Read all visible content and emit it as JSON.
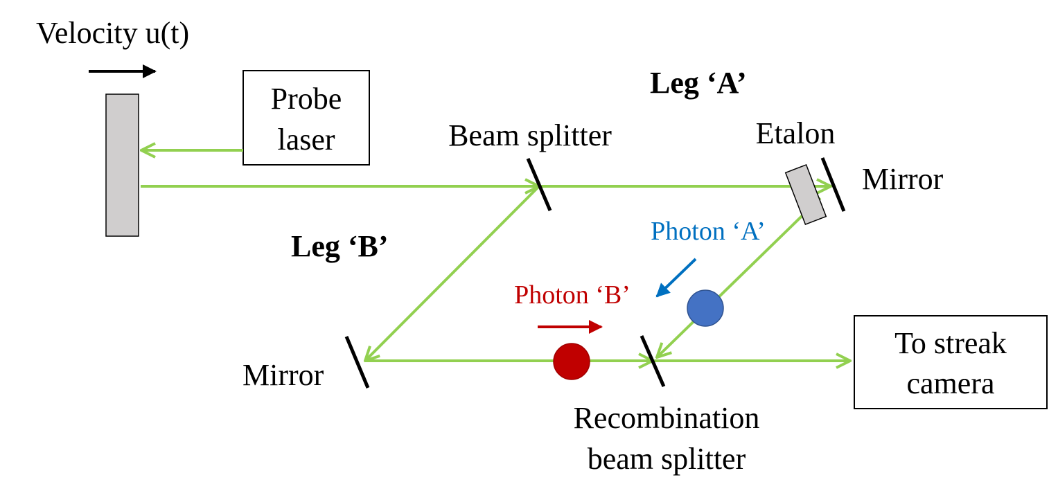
{
  "labels": {
    "velocity": "Velocity u(t)",
    "probe_laser_line1": "Probe",
    "probe_laser_line2": "laser",
    "leg_a": "Leg ‘A’",
    "leg_b": "Leg ‘B’",
    "beam_splitter": "Beam splitter",
    "etalon": "Etalon",
    "mirror_a": "Mirror",
    "mirror_b": "Mirror",
    "photon_a": "Photon ‘A’",
    "photon_b": "Photon ‘B’",
    "streak_line1": "To streak",
    "streak_line2": "camera",
    "recomb_line1": "Recombination",
    "recomb_line2": "beam splitter"
  },
  "colors": {
    "beam": "#92d050",
    "photon_a": "#4472c4",
    "photon_a_text": "#0070c0",
    "photon_b": "#c00000",
    "target": "#d0cece",
    "etalon": "#d0cece"
  }
}
